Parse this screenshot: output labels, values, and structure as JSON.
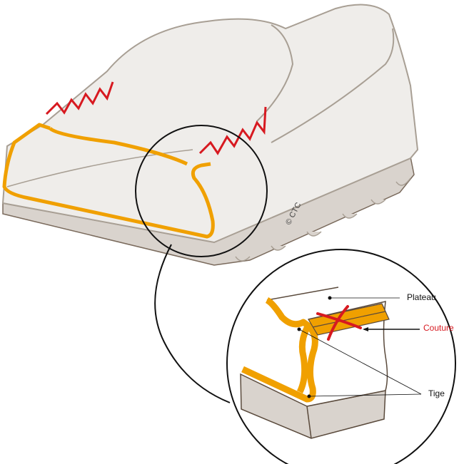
{
  "labels": {
    "plateau": "Plateau",
    "couture": "Couture",
    "tige": "Tige"
  },
  "copyright": "© CTC",
  "colors": {
    "upper": "#efedea",
    "outline": "#a89f94",
    "sole": "#d9d3cd",
    "lining": "#f0a000",
    "stitch": "#d71920"
  }
}
